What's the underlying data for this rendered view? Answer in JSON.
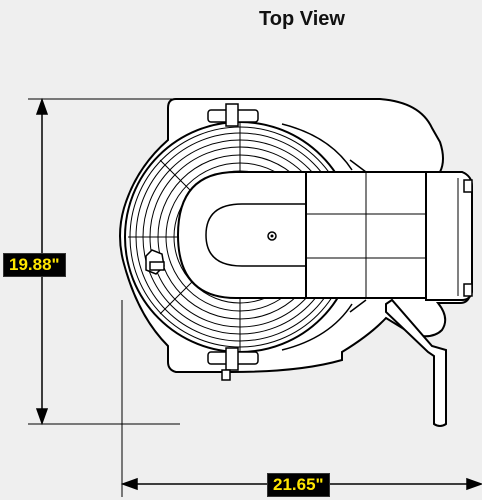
{
  "title": "Top View",
  "dimensions": {
    "height": "19.88\"",
    "width": "21.65\""
  },
  "colors": {
    "background": "#efefef",
    "line": "#000000",
    "label_bg": "#000000",
    "label_text": "#ffe600"
  }
}
